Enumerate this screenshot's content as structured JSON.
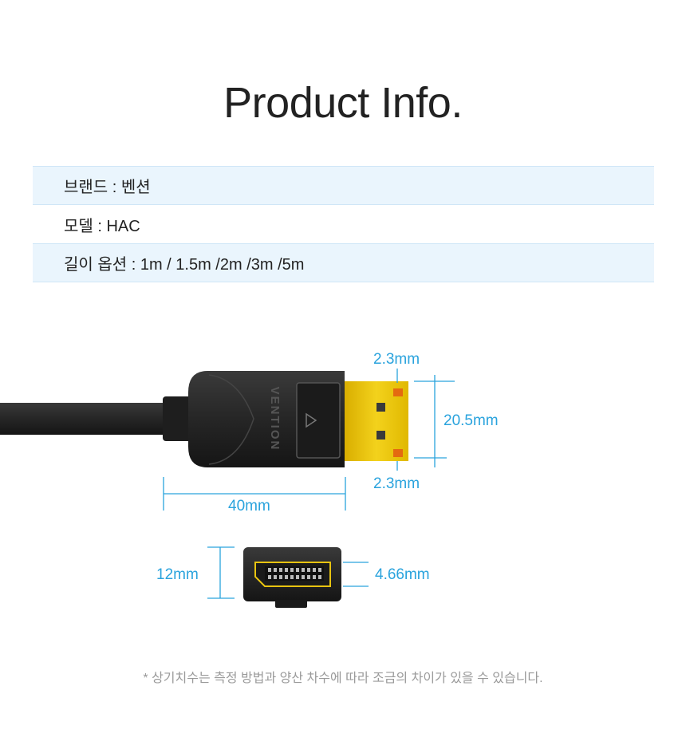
{
  "title": "Product Info.",
  "specs": [
    {
      "text": "브랜드 : 벤션"
    },
    {
      "text": "모델 : HAC"
    },
    {
      "text": "길이 옵션 : 1m / 1.5m /2m /3m /5m"
    }
  ],
  "dimensions": {
    "pin_top": "2.3mm",
    "plug_height": "20.5mm",
    "pin_bottom": "2.3mm",
    "body_length": "40mm",
    "side_height": "12mm",
    "port_height": "4.66mm"
  },
  "brand_mark": "VENTION",
  "note": "* 상기치수는 측정 방법과 양산 차수에 따라 조금의 차이가 있을 수 있습니다.",
  "colors": {
    "accent": "#2aa3dd",
    "row_shade": "#eaf5fd",
    "gold": "#e8c410"
  }
}
